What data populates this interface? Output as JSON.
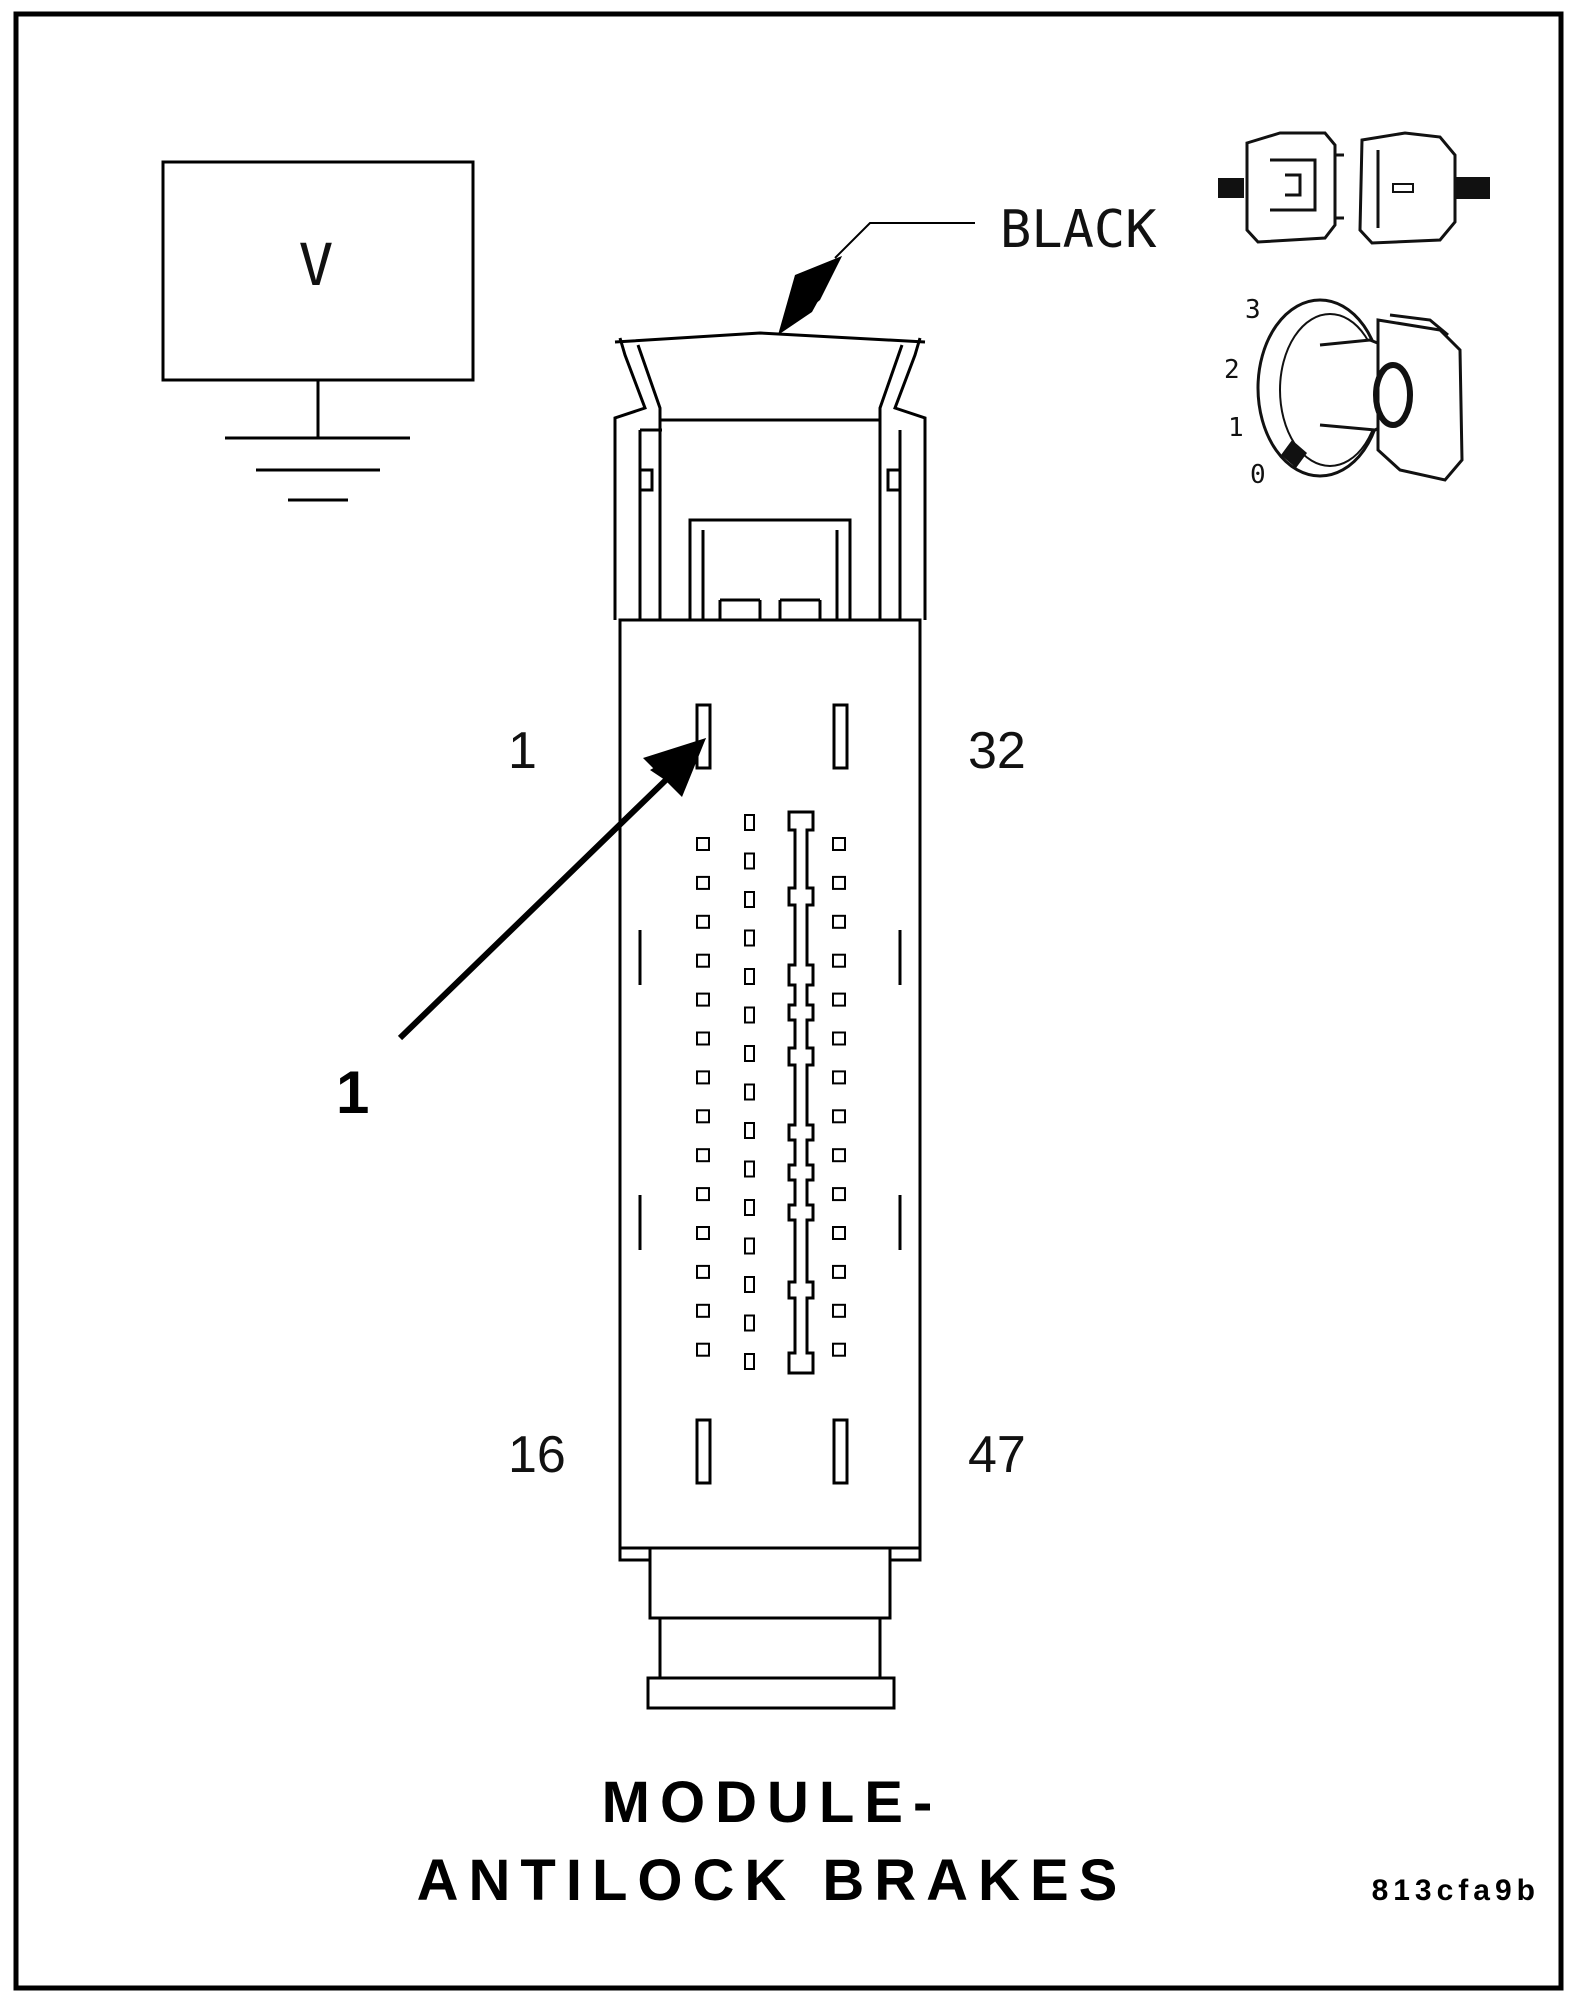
{
  "diagram": {
    "meter": {
      "symbol": "V"
    },
    "wire_color_label": "BLACK",
    "ignition_positions": [
      "3",
      "2",
      "1",
      "0"
    ],
    "pin_labels": {
      "top_left": "1",
      "top_right": "32",
      "bottom_left": "16",
      "bottom_right": "47"
    },
    "callout": "1",
    "title_line1": "MODULE-",
    "title_line2": "ANTILOCK BRAKES",
    "figure_code": "813cfa9b"
  }
}
